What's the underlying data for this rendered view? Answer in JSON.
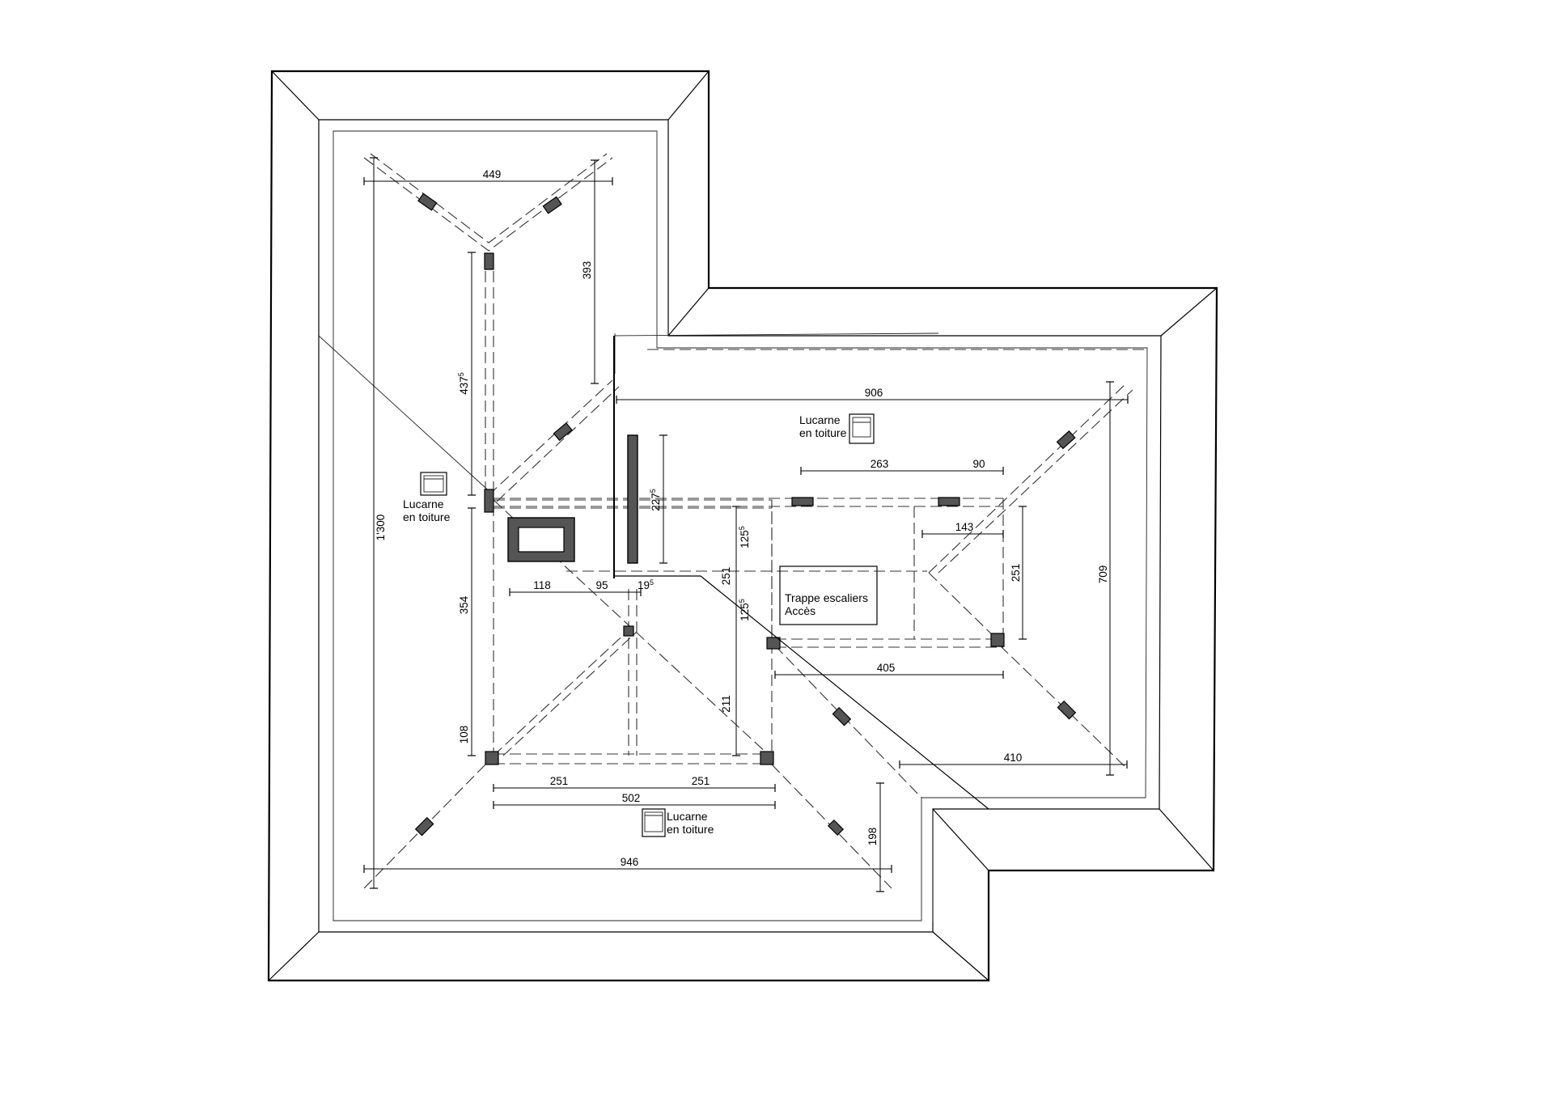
{
  "labels": {
    "lucarne_1": [
      "Lucarne",
      "en toiture"
    ],
    "lucarne_2": [
      "Lucarne",
      "en toiture"
    ],
    "lucarne_3": [
      "Lucarne",
      "en toiture"
    ],
    "trappe": [
      "Trappe escaliers",
      "Accès"
    ]
  },
  "dimensions": {
    "d449": "449",
    "d393": "393",
    "d437": "437",
    "d437_sup": "5",
    "d1300": "1'300",
    "d354": "354",
    "d108": "108",
    "d906": "906",
    "d263": "263",
    "d90": "90",
    "d143": "143",
    "d227": "227",
    "d227_sup": "5",
    "d125a": "125",
    "d125a_sup": "5",
    "d251v": "251",
    "d125b": "125",
    "d125b_sup": "5",
    "d211": "211",
    "d118": "118",
    "d95": "95",
    "d19": "19",
    "d19_sup": "5",
    "d251r": "251",
    "d709": "709",
    "d405": "405",
    "d410": "410",
    "d251a": "251",
    "d251b": "251",
    "d502": "502",
    "d946": "946",
    "d198": "198"
  }
}
